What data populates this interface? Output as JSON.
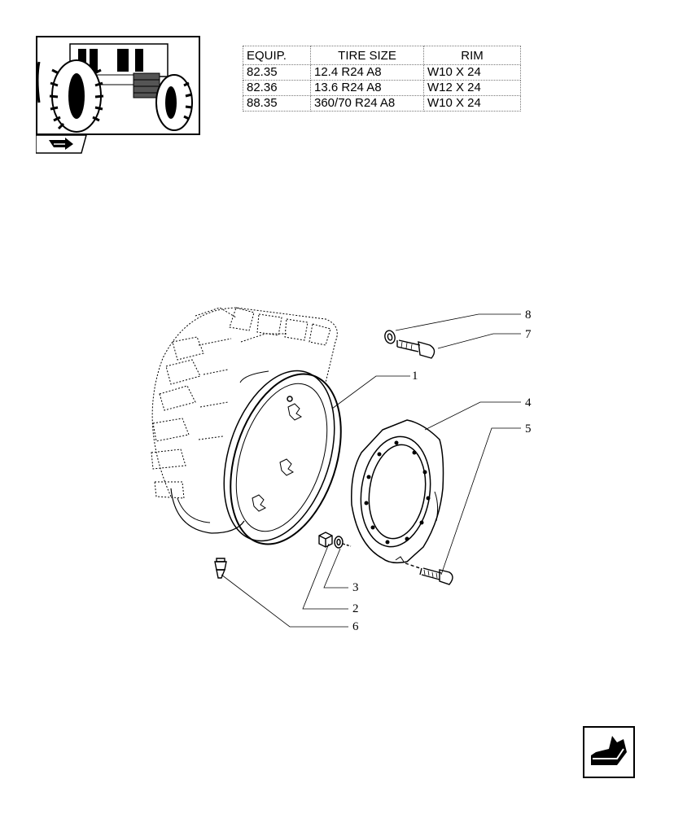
{
  "equipment_table": {
    "headers": [
      "EQUIP.",
      "TIRE SIZE",
      "RIM"
    ],
    "rows": [
      [
        "82.35",
        "12.4 R24 A8",
        "W10 X 24"
      ],
      [
        "82.36",
        "13.6 R24 A8",
        "W12 X 24"
      ],
      [
        "88.35",
        "360/70 R24 A8",
        "W10 X 24"
      ]
    ]
  },
  "callouts": [
    "1",
    "2",
    "3",
    "4",
    "5",
    "6",
    "7",
    "8"
  ],
  "icons": {
    "thumbnail": "tractor-front-wheels-thumbnail",
    "nav_tab": "section-arrow-icon",
    "next": "next-page-arrow-icon"
  }
}
